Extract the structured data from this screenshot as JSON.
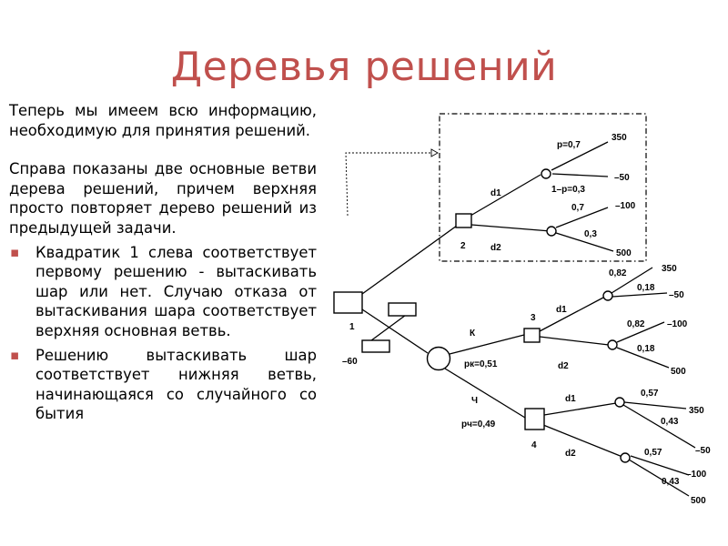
{
  "title": "Деревья решений",
  "paragraphs": [
    "Теперь мы имеем всю информацию, необходимую для принятия решений.",
    "Справа показаны две основные ветви дерева решений, причем верхняя просто повторяет дерево решений из предыдущей задачи."
  ],
  "bullets": [
    "Квадратик 1 слева соответствует первому решению - вытаскивать шар или нет. Случаю отказа от вытаскивания шара соответствует верхняя основная ветвь.",
    "Решению вытаскивать шар соответствует нижняя ветвь, начинающаяся со случайного со бытия"
  ],
  "bullet_glyph": "▪",
  "colors": {
    "title": "#c0504d",
    "bullet": "#c0504d"
  },
  "tree": {
    "node1": {
      "label": "1",
      "value": "–60"
    },
    "node2": {
      "label": "2",
      "d1": "d1",
      "d2": "d2",
      "p": "p=0,7",
      "q": "1–p=0,3",
      "v1": "350",
      "v2": "–50",
      "p2": "0,7",
      "q2": "0,3",
      "v3": "–100",
      "v4": "500"
    },
    "node3": {
      "label": "3",
      "branch": "К",
      "prob": "pк=0,51",
      "d1": "d1",
      "d2": "d2",
      "p": "0,82",
      "q": "0,18",
      "v1": "350",
      "v2": "–50",
      "p2": "0,82",
      "q2": "0,18",
      "v3": "–100",
      "v4": "500"
    },
    "node4": {
      "label": "4",
      "branch": "Ч",
      "prob": "pч=0,49",
      "d1": "d1",
      "d2": "d2",
      "p": "0,57",
      "q": "0,43",
      "v1": "350",
      "v2": "–50",
      "p2": "0,57",
      "q2": "0,43",
      "v3": "–100",
      "v4": "500"
    }
  }
}
